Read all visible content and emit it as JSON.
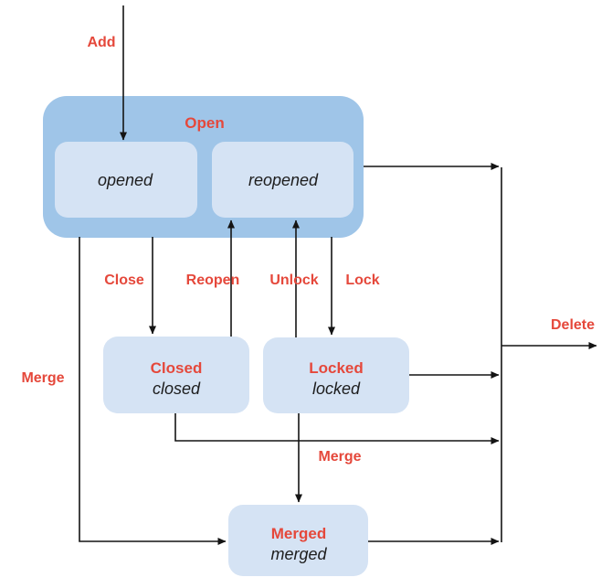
{
  "colors": {
    "accent_red": "#e5483b",
    "container_blue": "#9fc5e8",
    "state_blue": "#d5e3f4",
    "line_black": "#141414",
    "text_dark": "#1d1d1d",
    "background": "#ffffff"
  },
  "diagram": {
    "type": "state-diagram",
    "open_state": {
      "label": "Open",
      "substates": [
        {
          "id": "opened",
          "label": "opened"
        },
        {
          "id": "reopened",
          "label": "reopened"
        }
      ]
    },
    "states": [
      {
        "id": "closed",
        "title": "Closed",
        "subtitle": "closed"
      },
      {
        "id": "locked",
        "title": "Locked",
        "subtitle": "locked"
      },
      {
        "id": "merged",
        "title": "Merged",
        "subtitle": "merged"
      }
    ],
    "transitions": [
      {
        "label": "Add",
        "from": "start",
        "to": "opened"
      },
      {
        "label": "Close",
        "from": "Open",
        "to": "Closed"
      },
      {
        "label": "Reopen",
        "from": "Closed",
        "to": "reopened"
      },
      {
        "label": "Unlock",
        "from": "Locked",
        "to": "reopened"
      },
      {
        "label": "Lock",
        "from": "Open",
        "to": "Locked"
      },
      {
        "label": "Merge",
        "from": "Open",
        "to": "Merged"
      },
      {
        "label": "Merge",
        "from": "Locked",
        "to": "Merged"
      },
      {
        "label": "Delete",
        "from": "Open, Closed, Locked, Merged",
        "to": "end"
      }
    ]
  }
}
